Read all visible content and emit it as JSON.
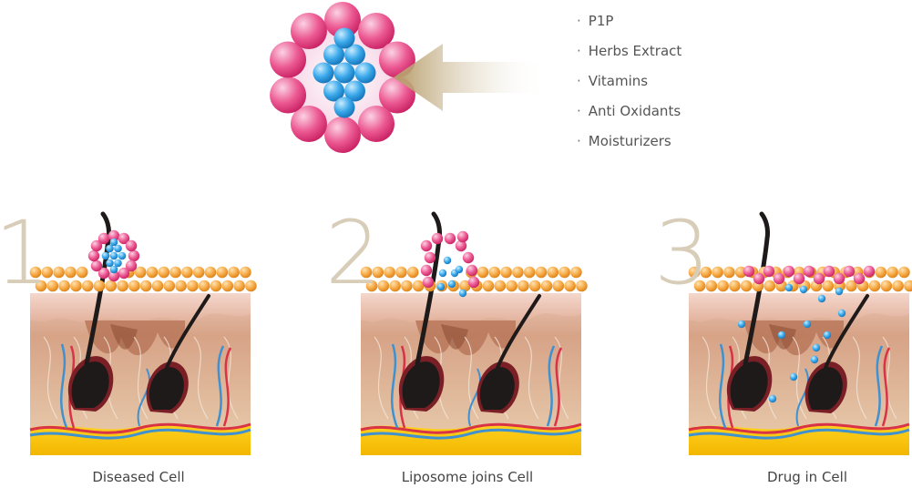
{
  "ingredients": [
    "P1P",
    "Herbs Extract",
    "Vitamins",
    "Anti Oxidants",
    "Moisturizers"
  ],
  "bullet": "·",
  "steps": [
    {
      "number": "1",
      "caption": "Diseased Cell"
    },
    {
      "number": "2",
      "caption": "Liposome joins Cell"
    },
    {
      "number": "3",
      "caption": "Drug in Cell"
    }
  ],
  "colors": {
    "liposome_outer": "#e0417f",
    "liposome_inner": "#2e9bdc",
    "arrow": "#c7b48d",
    "fat_cells": "#f0a03a",
    "skin_top": "#e8c0b0",
    "dermis": "#c98e6a",
    "hair": "#1f1a1a",
    "fat_layer": "#f5c400",
    "artery": "#d83346",
    "vein": "#3f91cf",
    "step_number": "#d8cdb8"
  }
}
